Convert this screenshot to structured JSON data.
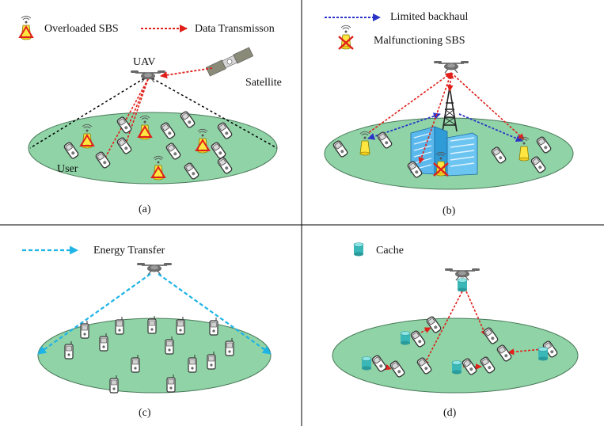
{
  "panel_a": {
    "legend_sbs": "Overloaded SBS",
    "legend_tx": "Data Transmisson",
    "uav_label": "UAV",
    "satellite_label": "Satellite",
    "user_label": "User",
    "caption": "(a)"
  },
  "panel_b": {
    "legend_backhaul": "Limited backhaul",
    "legend_malfunction": "Malfunctioning SBS",
    "caption": "(b)"
  },
  "panel_c": {
    "legend_energy": "Energy Transfer",
    "caption": "(c)"
  },
  "panel_d": {
    "legend_cache": "Cache",
    "caption": "(d)"
  },
  "colors": {
    "ground_fill": "#8fd3a6",
    "ground_stroke": "#4a7a5a",
    "transmission": "#e0201a",
    "backhaul": "#2a35c8",
    "energy": "#1eb4e6",
    "sbs_fill": "#ffe640",
    "cache": "#3ab7b7",
    "building": "#2f9cd8"
  },
  "icons": {
    "uav": "drone-icon",
    "satellite": "satellite-icon",
    "phone": "phone-icon",
    "sbs": "small-base-station-icon",
    "tower": "macro-tower-icon",
    "building": "building-icon",
    "cache": "cache-icon"
  }
}
